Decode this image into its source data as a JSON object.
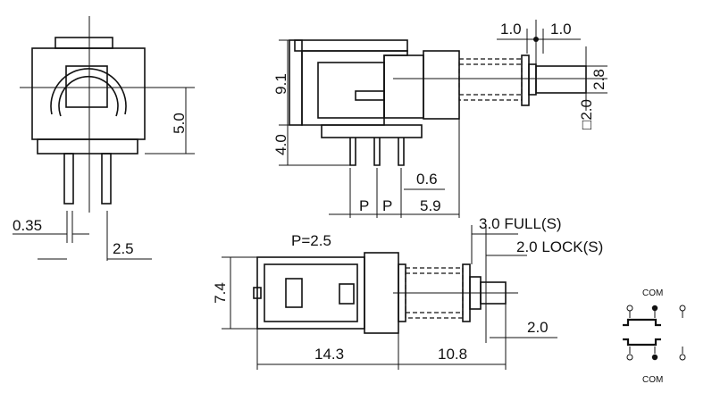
{
  "front_view": {
    "dim_height": "5.0",
    "dim_pin_thickness": "0.35",
    "dim_pin_offset": "2.5"
  },
  "side_view": {
    "dim_body_height": "9.1",
    "dim_pin_length": "4.0",
    "dim_shaft_1": "1.0",
    "dim_shaft_2": "1.0",
    "dim_knob": "2.8",
    "dim_square": "□2.0",
    "dim_pin_width": "0.6",
    "dim_pitch_1": "P",
    "dim_pitch_2": "P",
    "dim_pin_to_face": "5.9"
  },
  "bottom_view": {
    "pitch_note": "P=2.5",
    "dim_width": "7.4",
    "dim_body_length": "14.3",
    "dim_shaft_length": "10.8",
    "dim_full": "3.0 FULL(S)",
    "dim_lock": "2.0 LOCK(S)",
    "dim_tip": "2.0"
  },
  "schematic": {
    "label_top": "COM",
    "label_bottom": "COM"
  }
}
